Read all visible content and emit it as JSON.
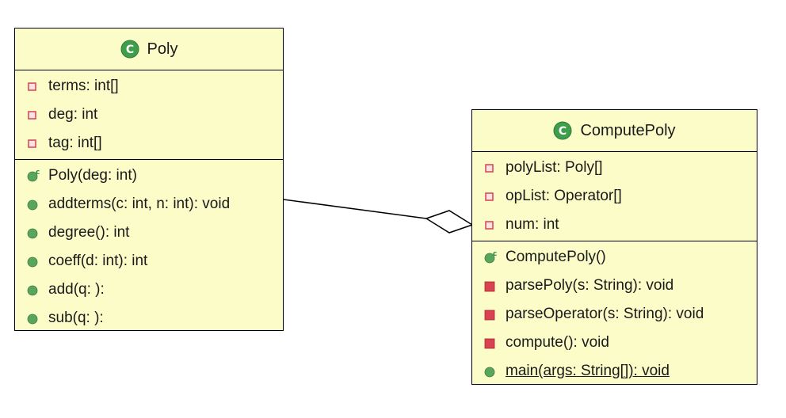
{
  "classes": {
    "poly": {
      "name": "Poly",
      "attributes": [
        {
          "text": "terms: int[]",
          "visibility": "private"
        },
        {
          "text": "deg: int",
          "visibility": "private"
        },
        {
          "text": "tag: int[]",
          "visibility": "private"
        }
      ],
      "operations": [
        {
          "text": "Poly(deg: int)",
          "visibility": "public",
          "kind": "constructor"
        },
        {
          "text": "addterms(c: int, n: int): void",
          "visibility": "public"
        },
        {
          "text": "degree(): int",
          "visibility": "public"
        },
        {
          "text": "coeff(d: int): int",
          "visibility": "public"
        },
        {
          "text": "add(q: ):",
          "visibility": "public"
        },
        {
          "text": "sub(q: ):",
          "visibility": "public"
        }
      ]
    },
    "compute": {
      "name": "ComputePoly",
      "attributes": [
        {
          "text": "polyList: Poly[]",
          "visibility": "private"
        },
        {
          "text": "opList: Operator[]",
          "visibility": "private"
        },
        {
          "text": "num: int",
          "visibility": "private"
        }
      ],
      "operations": [
        {
          "text": "ComputePoly()",
          "visibility": "public",
          "kind": "constructor"
        },
        {
          "text": "parsePoly(s: String): void",
          "visibility": "private"
        },
        {
          "text": "parseOperator(s: String): void",
          "visibility": "private"
        },
        {
          "text": "compute(): void",
          "visibility": "private"
        },
        {
          "text": "main(args: String[]): void",
          "visibility": "public",
          "static": true
        }
      ]
    }
  },
  "relationship": {
    "type": "aggregation",
    "whole": "ComputePoly",
    "part": "Poly"
  },
  "colors": {
    "class_fill": "#fcfcc8",
    "class_icon": "#3f9e4c",
    "public_marker": "#5aa55e",
    "private_field_marker": "#d64d5c",
    "private_method_marker": "#d9434f"
  },
  "icons": {
    "class": "class-c-icon",
    "public": "public-circle-icon",
    "private_field": "private-field-square-icon",
    "private_method": "private-method-square-icon",
    "constructor": "constructor-icon"
  }
}
